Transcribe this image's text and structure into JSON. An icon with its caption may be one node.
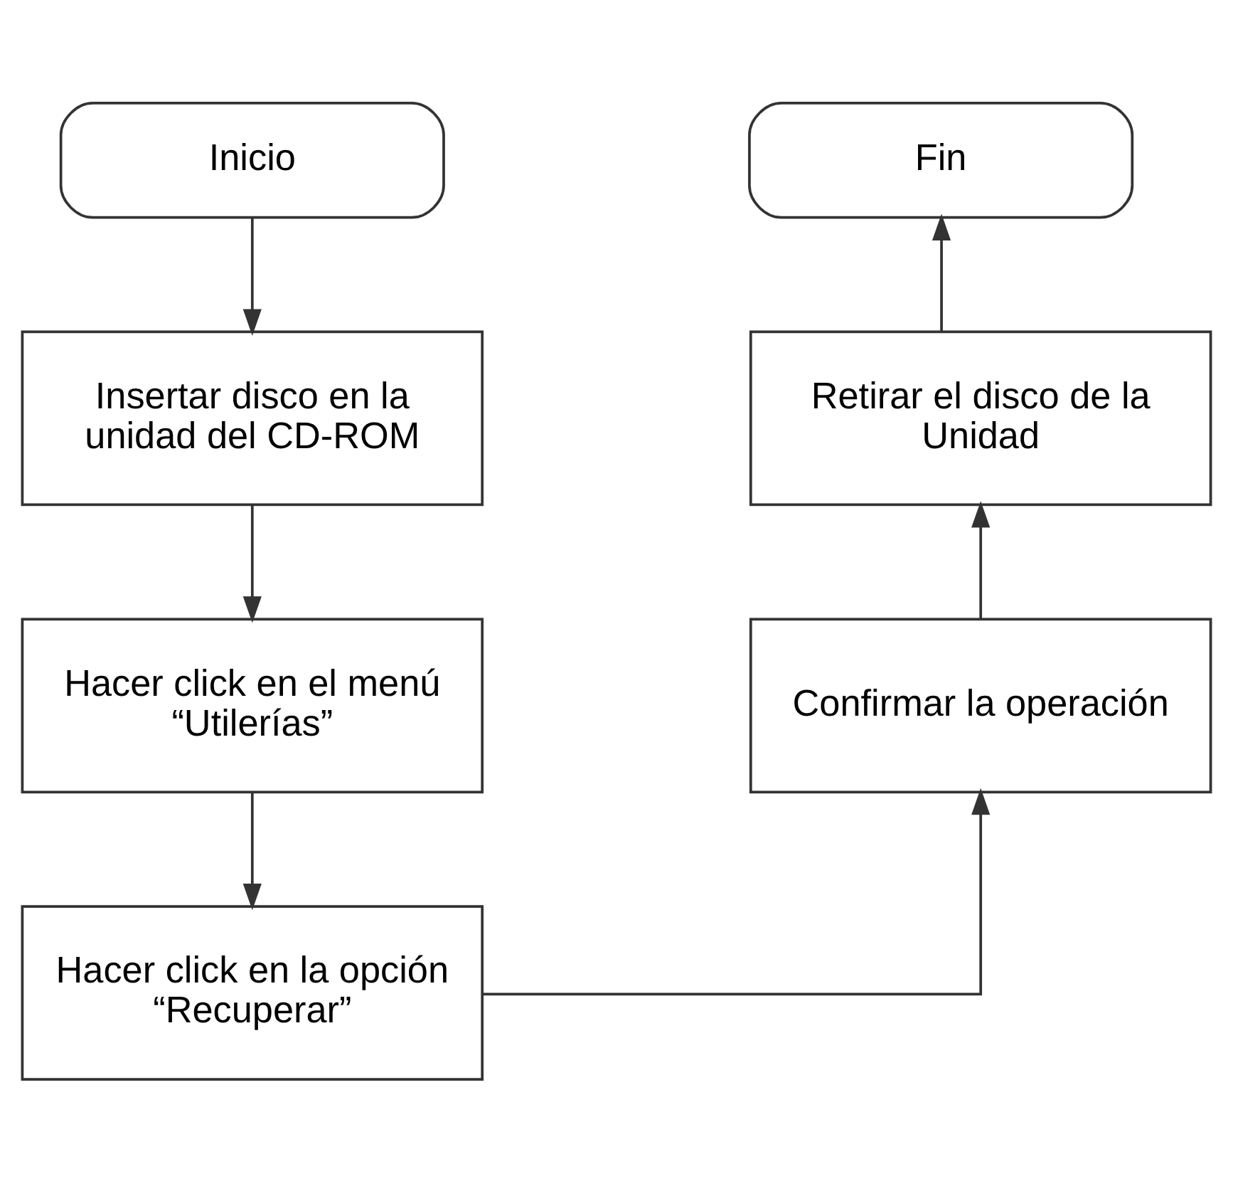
{
  "diagram": {
    "nodes": [
      {
        "text": [
          "Inicio"
        ]
      },
      {
        "text": [
          "Insertar disco en la unidad del CD-ROM"
        ]
      },
      {
        "text": [
          "Hacer click en el menú “Utilerías”"
        ]
      },
      {
        "text": [
          "Hacer click en la opción “Recuperar”"
        ]
      },
      {
        "text": [
          "Confirmar la operación"
        ]
      },
      {
        "text": [
          "Retirar el disco de la Unidad"
        ]
      },
      {
        "text": [
          "Fin"
        ]
      }
    ],
    "edges": [
      {
        "from": 0,
        "to": 1,
        "arrow": "to"
      },
      {
        "from": 1,
        "to": 2,
        "arrow": "to"
      },
      {
        "from": 2,
        "to": 3,
        "arrow": "to"
      },
      {
        "from": 3,
        "to": 4,
        "arrow": "to"
      },
      {
        "from": 4,
        "to": 5,
        "arrow": "to"
      },
      {
        "from": 5,
        "to": 6,
        "arrow": "to"
      }
    ]
  }
}
